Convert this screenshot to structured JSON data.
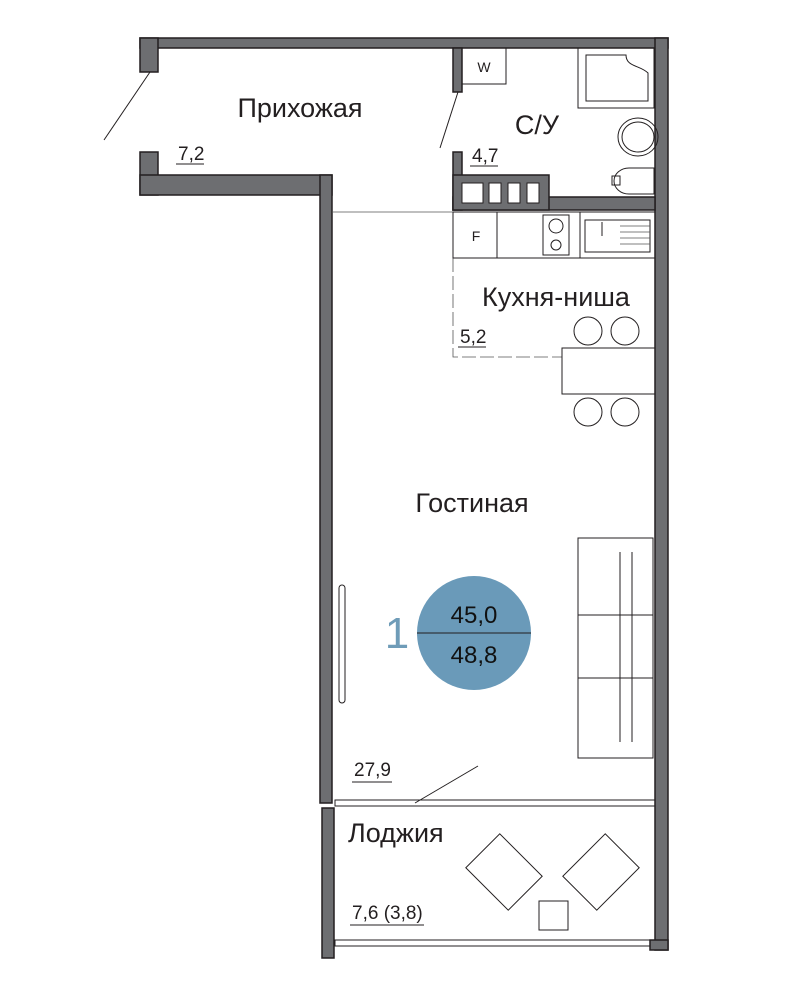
{
  "plan": {
    "rooms": [
      {
        "name": "Прихожая",
        "area": "7,2"
      },
      {
        "name": "С/У",
        "area": "4,7"
      },
      {
        "name": "Кухня-ниша",
        "area": "5,2"
      },
      {
        "name": "Гостиная",
        "area": "27,9"
      },
      {
        "name": "Лоджия",
        "area": "7,6 (3,8)"
      }
    ],
    "appliances": {
      "washer": "W",
      "fridge": "F"
    },
    "apartment": {
      "number": "1",
      "living_area": "45,0",
      "total_area": "48,8"
    },
    "colors": {
      "wall": "#6d6e71",
      "badge": "#6a9ab9",
      "number": "#6f9cb8"
    }
  }
}
